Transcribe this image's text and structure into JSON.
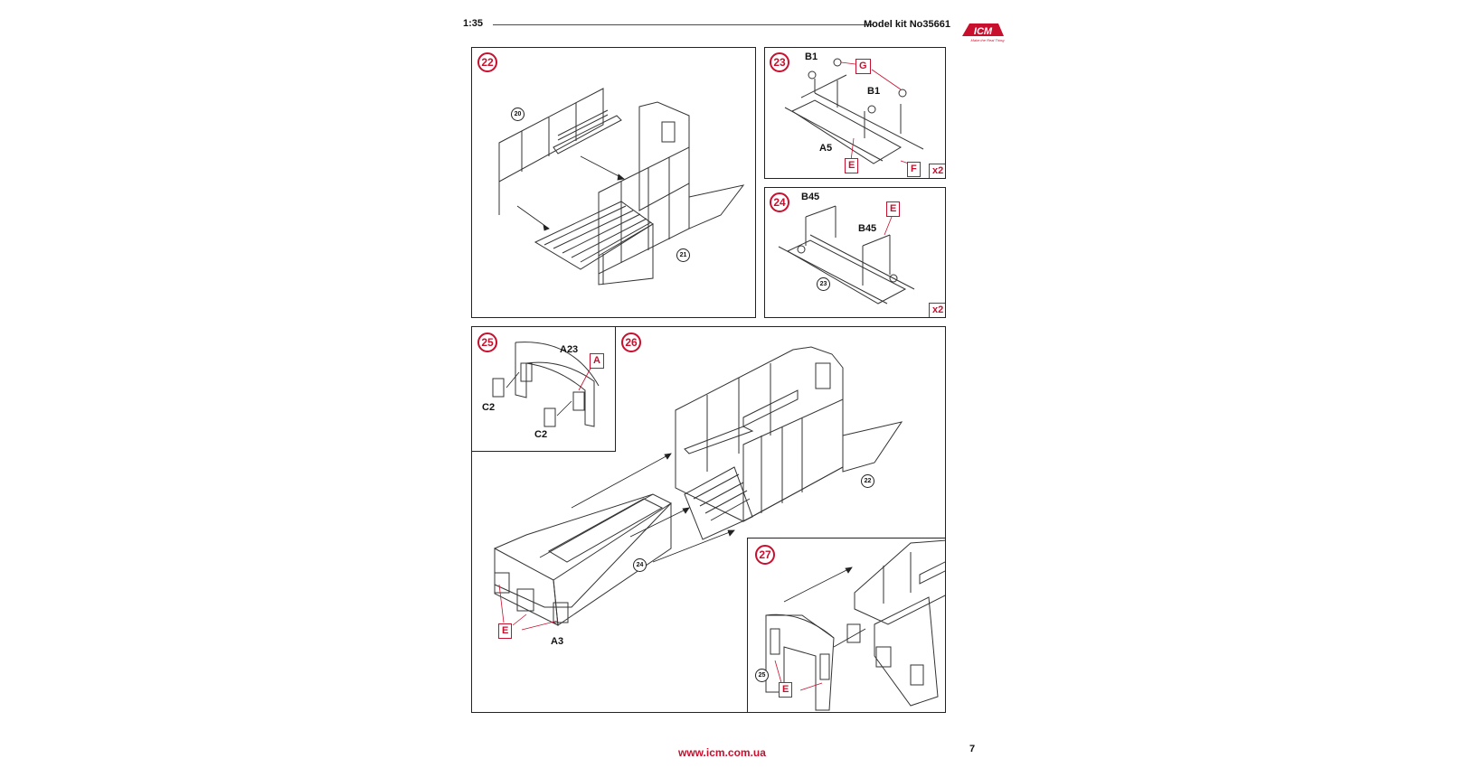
{
  "header": {
    "scale": "1:35",
    "kit": "Model kit No35661"
  },
  "logo": {
    "brand": "ICM",
    "tagline": "Make the Real Thing"
  },
  "steps": [
    {
      "number": "22",
      "refs": [
        "20",
        "21"
      ]
    },
    {
      "number": "23",
      "parts": [
        "B1",
        "B1",
        "A5"
      ],
      "callouts": [
        "G",
        "E",
        "F"
      ],
      "multiplier": "x2"
    },
    {
      "number": "24",
      "parts": [
        "B45",
        "B45"
      ],
      "callouts": [
        "E"
      ],
      "refs": [
        "23"
      ],
      "multiplier": "x2"
    },
    {
      "number": "25",
      "parts": [
        "A23",
        "C2",
        "C2"
      ],
      "callouts": [
        "A"
      ]
    },
    {
      "number": "26",
      "parts": [
        "A3"
      ],
      "callouts": [
        "E"
      ],
      "refs": [
        "22",
        "24"
      ]
    },
    {
      "number": "27",
      "callouts": [
        "E"
      ],
      "refs": [
        "25"
      ]
    }
  ],
  "footer": {
    "url": "www.icm.com.ua",
    "page": "7"
  },
  "colors": {
    "accent": "#c8102e",
    "line": "#222222"
  }
}
